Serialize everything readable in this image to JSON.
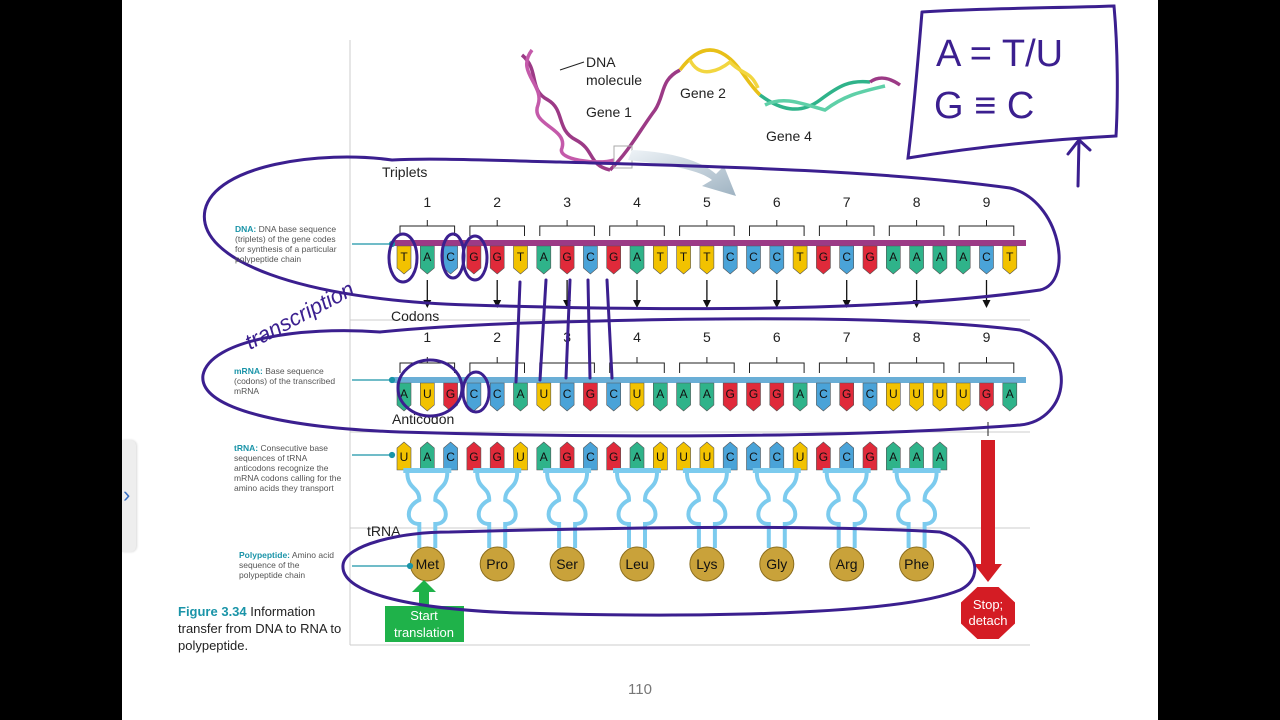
{
  "dna_molecule": {
    "label_line1": "DNA",
    "label_line2": "molecule",
    "gene1": "Gene 1",
    "gene2": "Gene 2",
    "gene4": "Gene 4"
  },
  "section_labels": {
    "triplets": "Triplets",
    "codons": "Codons",
    "anticodon": "Anticodon",
    "trna": "tRNA"
  },
  "panels": {
    "dna": {
      "title": "DNA:",
      "text": "DNA base sequence (triplets) of the gene codes for synthesis of a particular polypeptide chain"
    },
    "mrna": {
      "title": "mRNA:",
      "text": "Base sequence (codons) of the transcribed mRNA"
    },
    "trna": {
      "title": "tRNA:",
      "text": "Consecutive base sequences of tRNA anticodons recognize the mRNA codons calling for the amino acids they transport"
    },
    "polypeptide": {
      "title": "Polypeptide:",
      "text": "Amino acid sequence of the polypeptide chain"
    }
  },
  "triplet_numbers": [
    "1",
    "2",
    "3",
    "4",
    "5",
    "6",
    "7",
    "8",
    "9"
  ],
  "codon_numbers": [
    "1",
    "2",
    "3",
    "4",
    "5",
    "6",
    "7",
    "8",
    "9"
  ],
  "dna_bases": [
    "T",
    "A",
    "C",
    "G",
    "G",
    "T",
    "A",
    "G",
    "C",
    "G",
    "A",
    "T",
    "T",
    "T",
    "C",
    "C",
    "C",
    "T",
    "G",
    "C",
    "G",
    "A",
    "A",
    "A",
    "A",
    "C",
    "T"
  ],
  "mrna_bases": [
    "A",
    "U",
    "G",
    "C",
    "C",
    "A",
    "U",
    "C",
    "G",
    "C",
    "U",
    "A",
    "A",
    "A",
    "G",
    "G",
    "G",
    "A",
    "C",
    "G",
    "C",
    "U",
    "U",
    "U",
    "U",
    "G",
    "A"
  ],
  "trna_anticodons": [
    "UAC",
    "GGU",
    "AGC",
    "GAU",
    "UUC",
    "CCU",
    "GCG",
    "AAA"
  ],
  "amino_acids": [
    "Met",
    "Pro",
    "Ser",
    "Leu",
    "Lys",
    "Gly",
    "Arg",
    "Phe"
  ],
  "start_label": {
    "line1": "Start",
    "line2": "translation"
  },
  "stop_label": {
    "line1": "Stop;",
    "line2": "detach"
  },
  "caption": {
    "title": "Figure 3.34",
    "text": " Information transfer from DNA to RNA to polypeptide."
  },
  "handwriting": {
    "rule1": "A = T/U",
    "rule2": "G ≡ C",
    "transcription": "transcription"
  },
  "page_number": "110",
  "colors": {
    "A": "#2fb38a",
    "T": "#f2c200",
    "U": "#f2c200",
    "G": "#e02a3a",
    "C": "#4aa3d8",
    "ink": "#3b1f8f",
    "backbone": "#9c3a86",
    "mrna_backbone": "#6aaed6",
    "trna": "#7ccbee",
    "amino": "#c9a23a",
    "start": "#1fb24a",
    "stop": "#d41c24"
  }
}
